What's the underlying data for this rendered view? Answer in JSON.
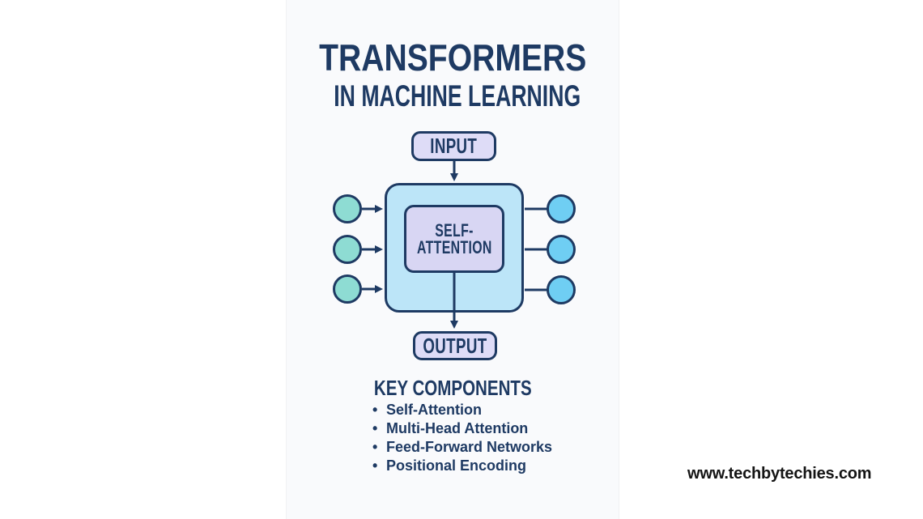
{
  "title": {
    "line1": "TRANSFORMERS",
    "line2": "IN MACHINE LEARNING"
  },
  "diagram": {
    "input_label": "INPUT",
    "output_label": "OUTPUT",
    "center_label_line1": "SELF-",
    "center_label_line2": "ATTENTION",
    "left_node_count": 3,
    "right_node_count": 3
  },
  "key_components": {
    "heading": "KEY COMPONENTS",
    "bullet_char": "•",
    "items": [
      "Self-Attention",
      "Multi-Head Attention",
      "Feed-Forward Networks",
      "Positional Encoding"
    ]
  },
  "footer": {
    "website": "www.techbytechies.com"
  },
  "colors": {
    "navy": "#1e3a63",
    "page_bg": "#ffffff",
    "card_bg": "#f9fafc",
    "main_box_fill": "#bce5f8",
    "inner_box_fill": "#d8d6f3",
    "io_box_fill": "#dedcf7",
    "left_node_fill": "#8edcd3",
    "right_node_fill": "#6fcef3",
    "footer_text": "#141414"
  }
}
